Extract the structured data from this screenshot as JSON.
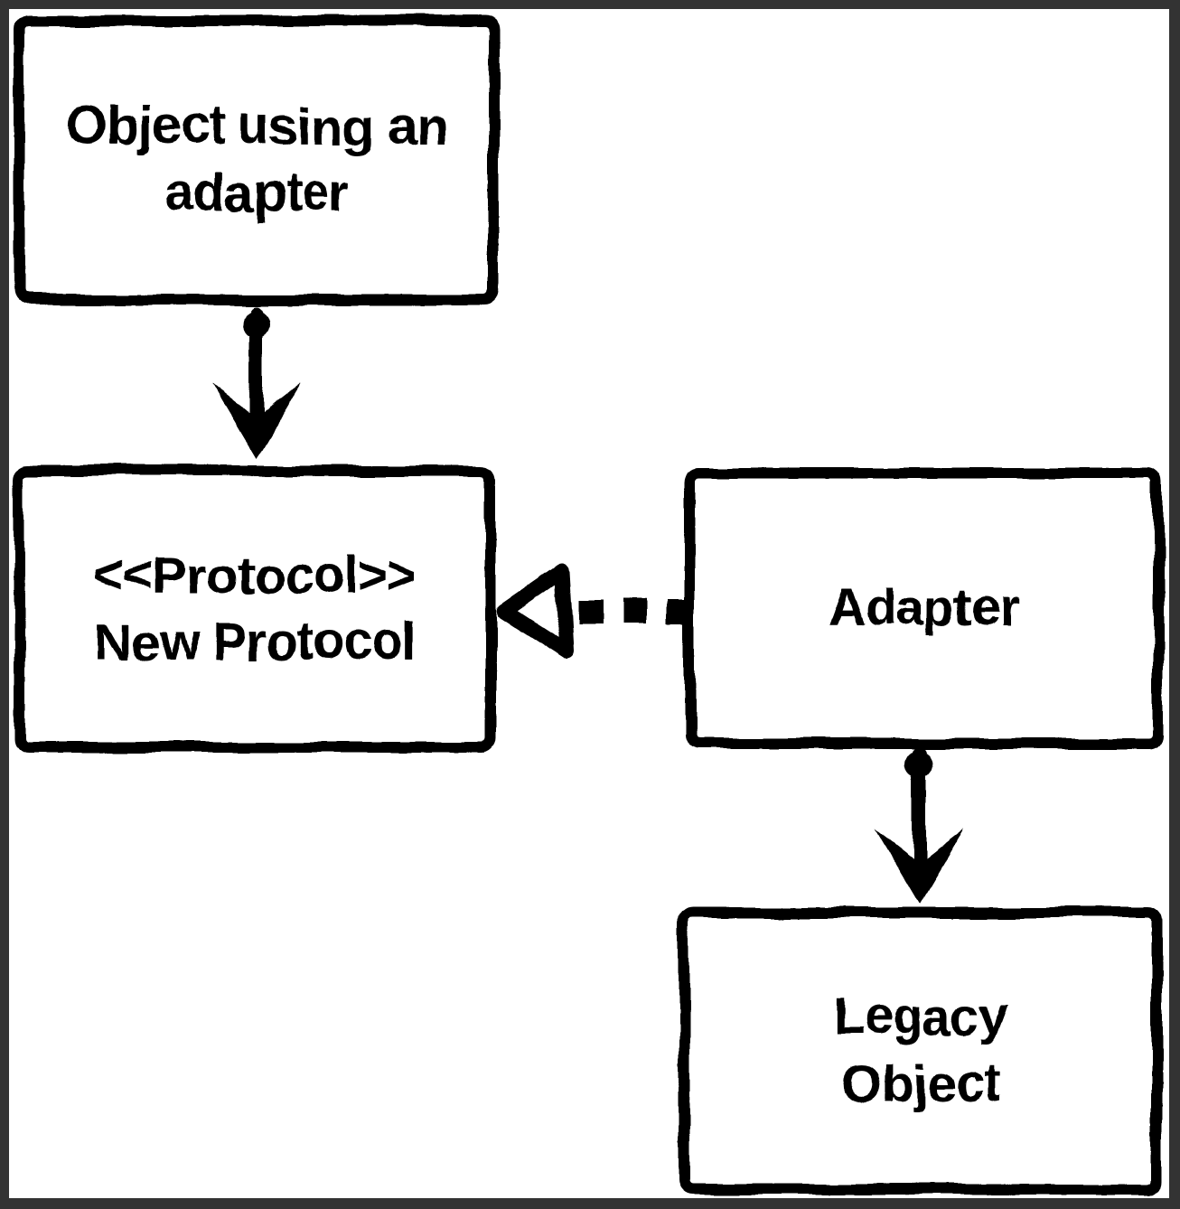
{
  "colors": {
    "ink": "#000000",
    "paper": "#ffffff",
    "frame": "#333333"
  },
  "diagram": {
    "kind": "uml-adapter-pattern",
    "nodes": {
      "object_user": {
        "lines": [
          "Object using an",
          "adapter"
        ]
      },
      "protocol": {
        "lines": [
          "<<Protocol>>",
          "New Protocol"
        ]
      },
      "adapter": {
        "lines": [
          "Adapter"
        ]
      },
      "legacy": {
        "lines": [
          "Legacy",
          "Object"
        ]
      }
    },
    "edges": [
      {
        "from": "Object using an adapter",
        "to": "New Protocol",
        "line": "solid",
        "arrowhead": "filled",
        "direction": "down"
      },
      {
        "from": "Adapter",
        "to": "New Protocol",
        "line": "dashed",
        "arrowhead": "hollow",
        "direction": "left"
      },
      {
        "from": "Adapter",
        "to": "Legacy Object",
        "line": "solid",
        "arrowhead": "filled",
        "direction": "down"
      }
    ]
  }
}
